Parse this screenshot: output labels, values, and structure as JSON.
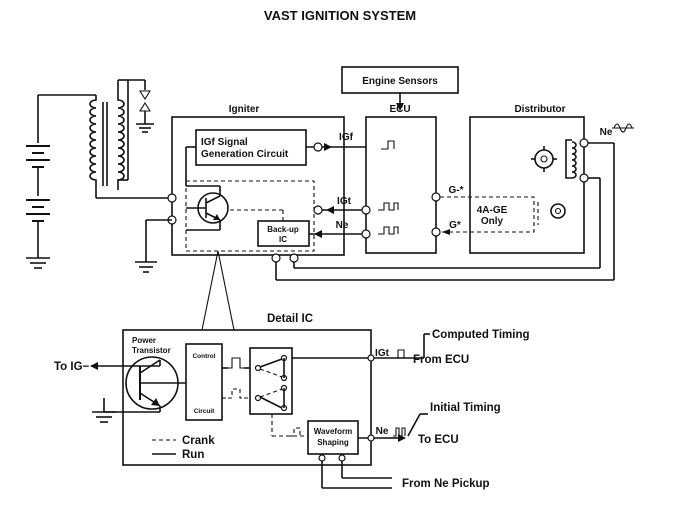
{
  "title": "VAST IGNITION SYSTEM",
  "blocks": {
    "engine_sensors": "Engine Sensors",
    "ecu": "ECU",
    "distributor": "Distributor",
    "igniter": "Igniter",
    "igf_circuit_line1": "IGf Signal",
    "igf_circuit_line2": "Generation Circuit",
    "backup_line1": "Back-up",
    "backup_line2": "IC",
    "only_4age_line1": "4A-GE",
    "only_4age_line2": "Only",
    "detail_ic": "Detail IC",
    "power_transistor_line1": "Power",
    "power_transistor_line2": "Transistor",
    "control": "Control",
    "circuit": "Circuit",
    "waveform_line1": "Waveform",
    "waveform_line2": "Shaping"
  },
  "signals": {
    "igf": "IGf",
    "igt": "IGt",
    "ne": "Ne",
    "g_minus": "G-*",
    "g_plus": "G*",
    "ne_dist": "Ne",
    "igt_detail": "IGt",
    "ne_detail": "Ne"
  },
  "labels": {
    "to_ig": "To IG−",
    "computed_timing": "Computed Timing",
    "from_ecu": "From ECU",
    "initial_timing": "Initial Timing",
    "to_ecu": "To ECU",
    "from_ne_pickup": "From Ne Pickup"
  },
  "legend": {
    "crank": "Crank",
    "run": "Run"
  }
}
